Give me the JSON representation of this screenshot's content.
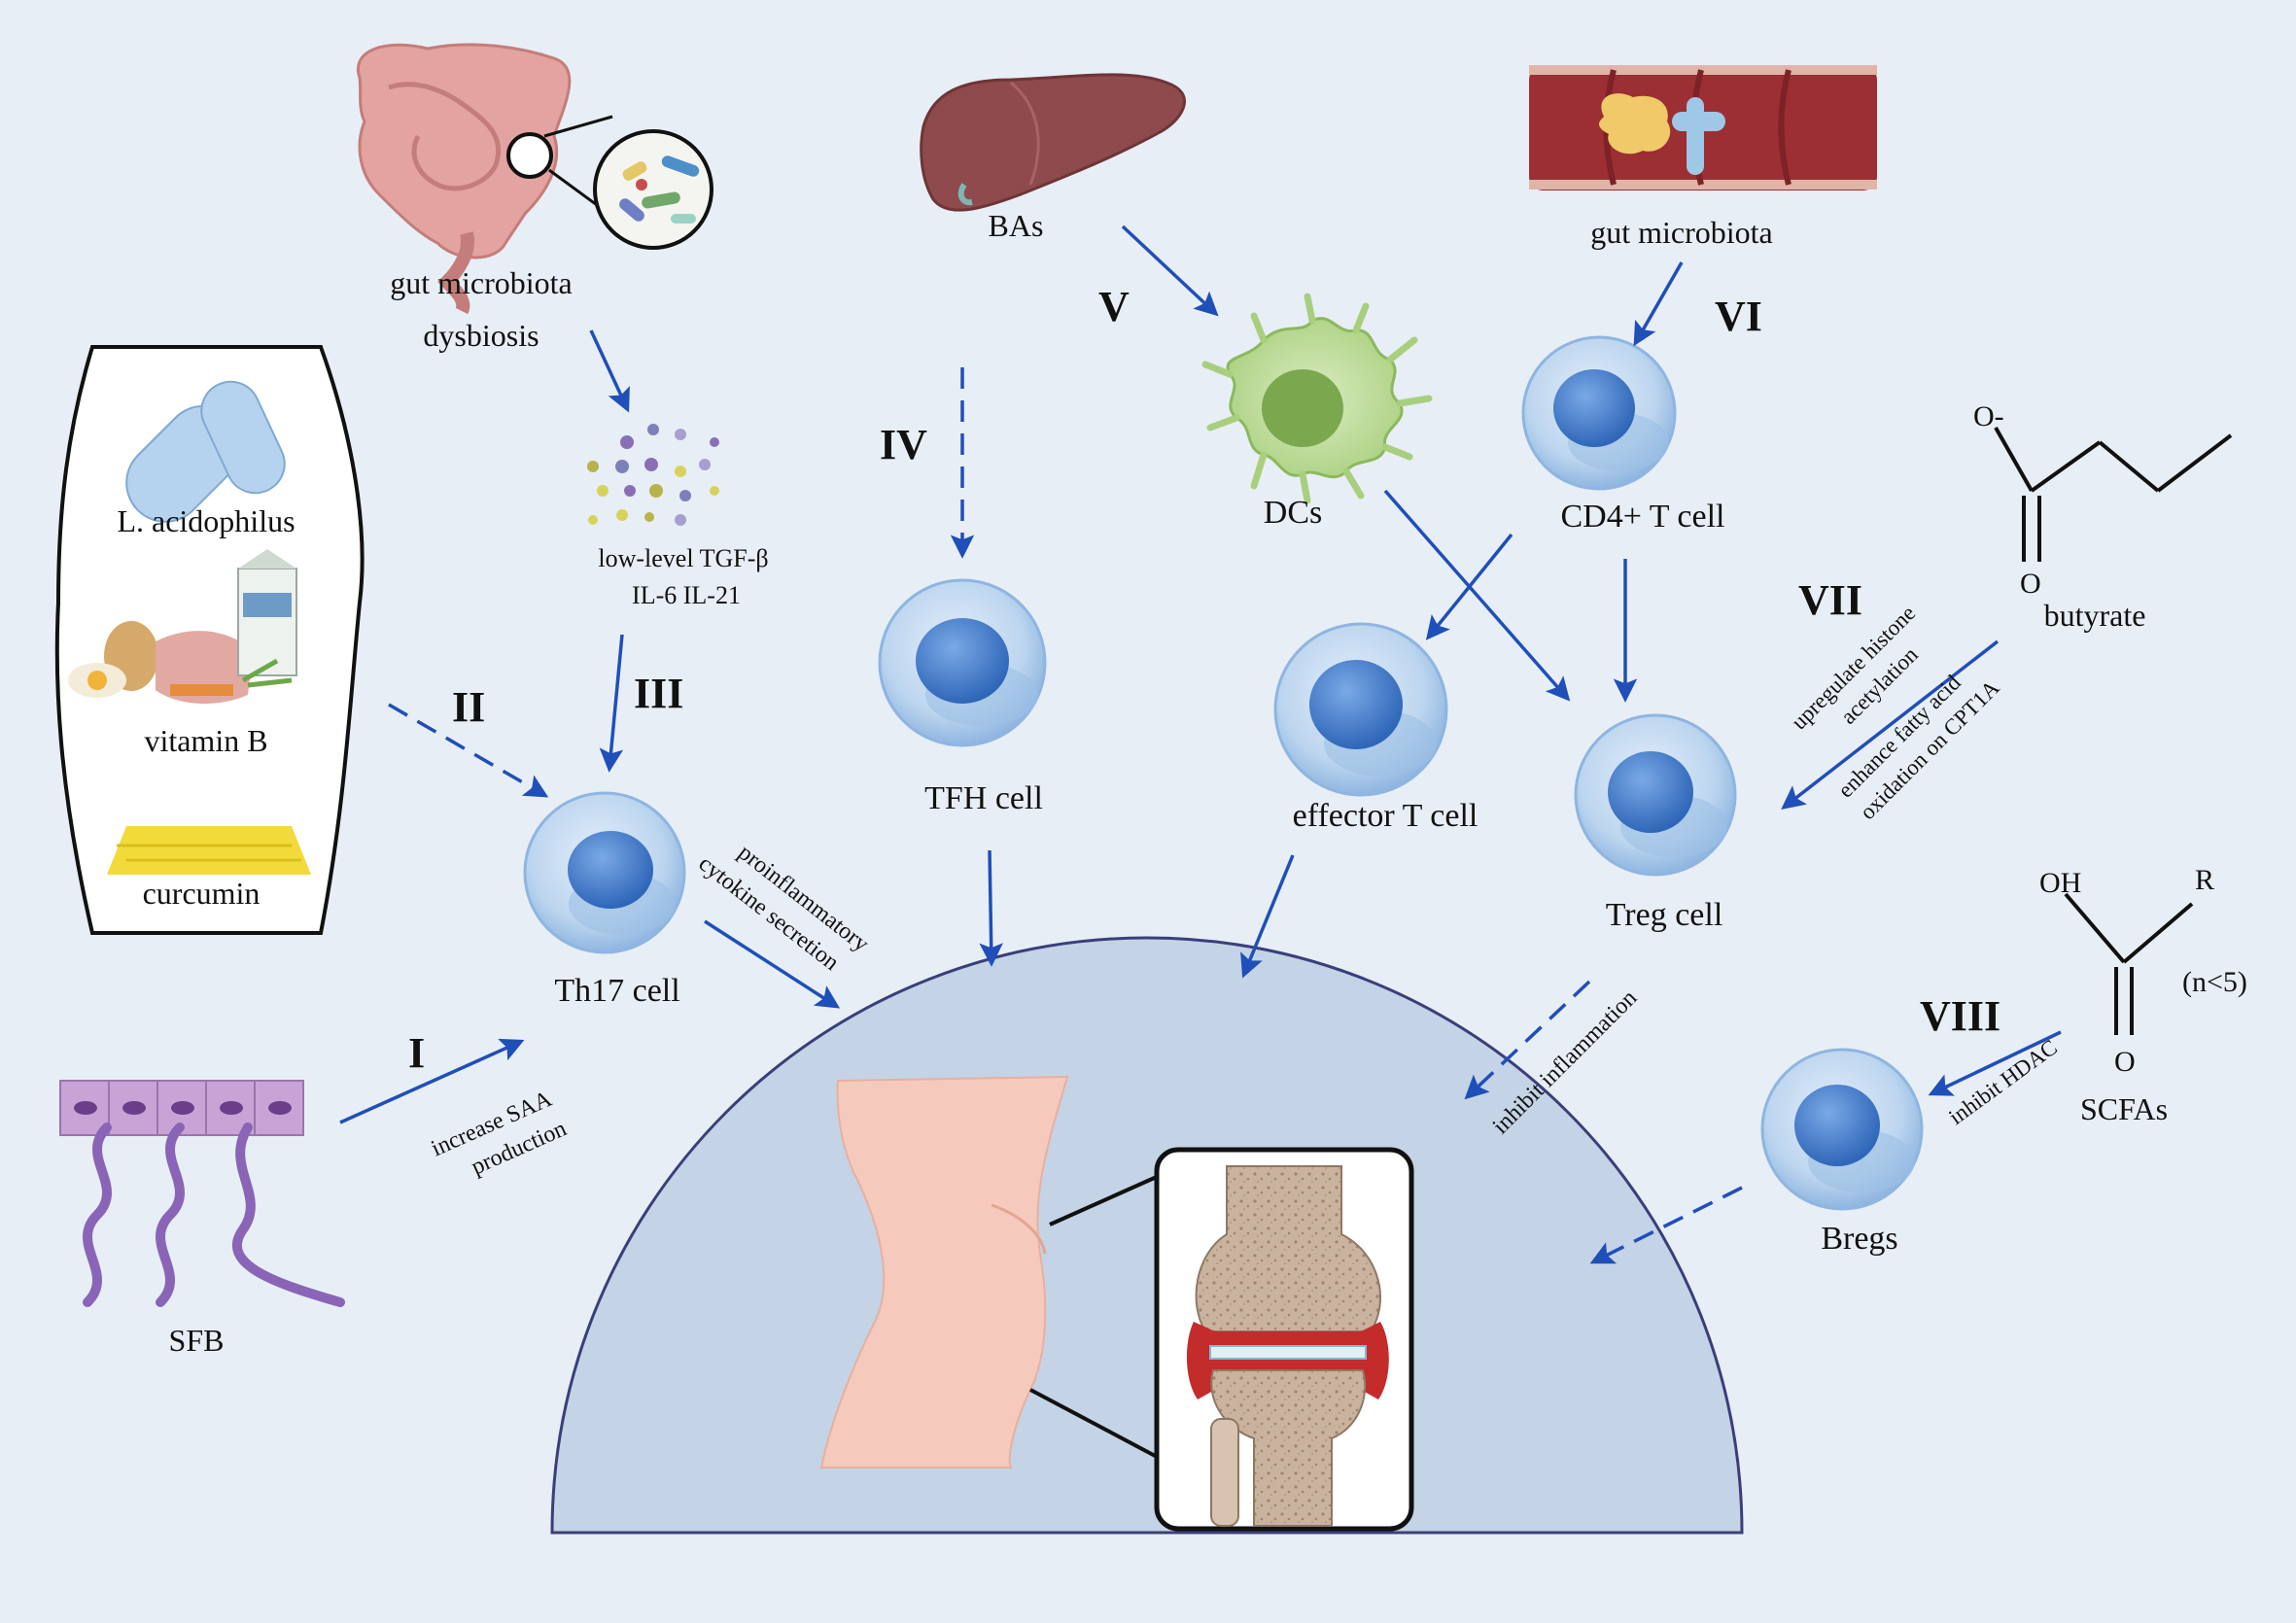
{
  "labels": {
    "gut_dysbiosis_1": "gut microbiota",
    "gut_dysbiosis_2": "dysbiosis",
    "bas": "BAs",
    "gut_microbiota": "gut microbiota",
    "l_acidophilus": "L. acidophilus",
    "vitamin_b": "vitamin B",
    "curcumin": "curcumin",
    "cytokines_1": "low-level TGF-β",
    "cytokines_2": "IL-6 IL-21",
    "dcs": "DCs",
    "cd4": "CD4+ T cell",
    "tfh": "TFH cell",
    "effector": "effector T cell",
    "treg": "Treg cell",
    "th17": "Th17 cell",
    "bregs": "Bregs",
    "sfb": "SFB",
    "butyrate": "butyrate",
    "scfas": "SCFAs",
    "n_lt_5": "(n<5)"
  },
  "chem": {
    "o_minus": "O-",
    "o1": "O",
    "oh": "OH",
    "r": "R",
    "o2": "O"
  },
  "roman": {
    "i": "I",
    "ii": "II",
    "iii": "III",
    "iv": "IV",
    "v": "V",
    "vi": "VI",
    "vii": "VII",
    "viii": "VIII"
  },
  "annotations": {
    "saa_1": "increase SAA",
    "saa_2": "production",
    "proinf_1": "proinflammatory",
    "proinf_2": "cytokine secretion",
    "inhibit_inflammation": "inhibit inflammation",
    "histone_1": "upregulate histone",
    "histone_2": "acetylation",
    "fatty_1": "enhance fatty acid",
    "fatty_2": "oxidation on CPT1A",
    "hdac": "inhibit HDAC"
  },
  "colors": {
    "background": "#e8eef6",
    "arrow": "#1f4fb8",
    "cell_outer": "#b9d3ef",
    "cell_nucleus": "#3d79c9",
    "joint_dome": "#c4d3e6"
  }
}
